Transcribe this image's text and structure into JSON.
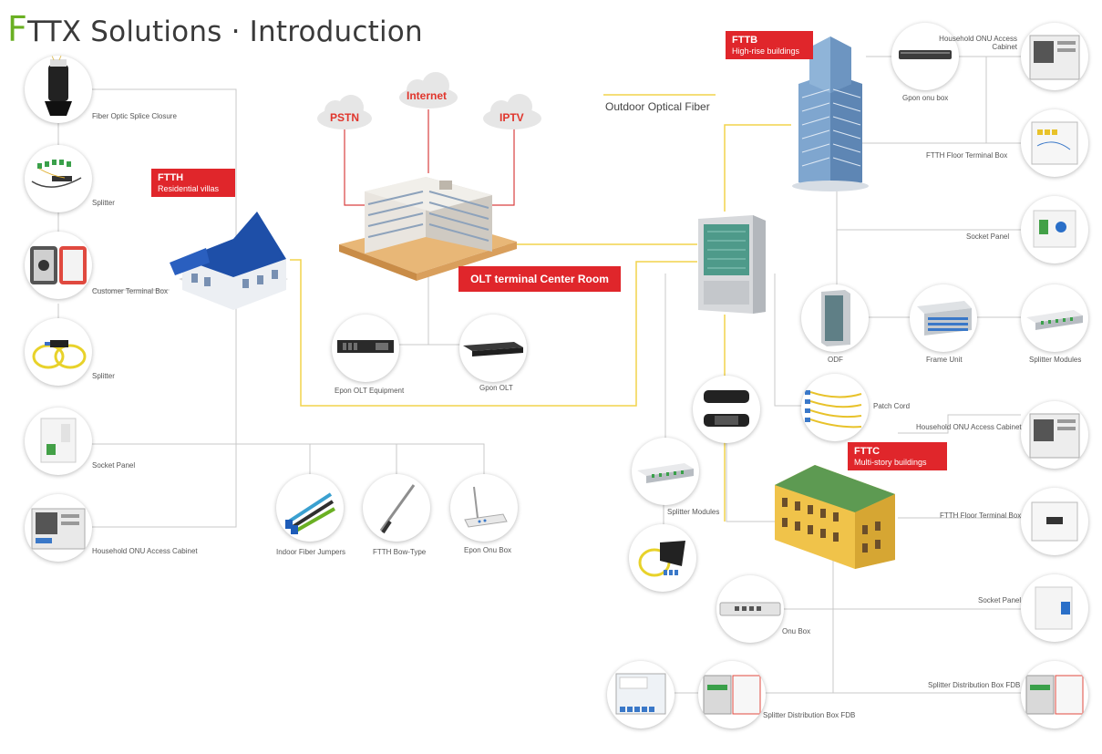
{
  "title": {
    "first_letter": "F",
    "rest": "TTX Solutions · Introduction"
  },
  "colors": {
    "accent_green": "#6ab023",
    "red_tag": "#e0262b",
    "fiber_yellow": "#f2d44c",
    "wire_grey": "#c9c9c9",
    "cloud_red": "#e0352c"
  },
  "clouds": {
    "pstn": "PSTN",
    "internet": "Internet",
    "iptv": "IPTV"
  },
  "center": {
    "room_label": "OLT terminal Center Room",
    "outdoor_fiber": "Outdoor Optical Fiber"
  },
  "ftth": {
    "tag": "FTTH",
    "subtitle": "Residential villas"
  },
  "fttb": {
    "tag": "FTTB",
    "subtitle": "High-rise buildings"
  },
  "fttc": {
    "tag": "FTTC",
    "subtitle": "Multi-story buildings"
  },
  "left_items": {
    "splice_closure": "Fiber Optic Splice Closure",
    "splitter_1": "Splitter",
    "customer_box": "Customer Terminal Box",
    "splitter_2": "Splitter",
    "socket_panel": "Socket Panel",
    "onu_cabinet": "Household ONU Access Cabinet"
  },
  "bottom_items": {
    "jumpers": "Indoor Fiber Jumpers",
    "bow_type": "FTTH Bow-Type",
    "epon_onu": "Epon Onu Box"
  },
  "olt_items": {
    "epon_olt": "Epon OLT Equipment",
    "gpon_olt": "Gpon OLT"
  },
  "right_top": {
    "gpon_onu": "Gpon onu box",
    "onu_cabinet": "Household ONU Access Cabinet",
    "floor_box": "FTTH Floor Terminal Box",
    "socket_panel": "Socket Panel",
    "odf": "ODF",
    "frame_unit": "Frame Unit",
    "splitter_modules": "Splitter Modules",
    "patch_cord": "Patch Cord"
  },
  "right_bottom": {
    "onu_cabinet": "Household ONU Access Cabinet",
    "floor_box": "FTTH Floor Terminal Box",
    "socket_panel": "Socket Panel",
    "fdb_right": "Splitter Distribution Box FDB",
    "fdb_left": "Splitter Distribution Box FDB",
    "splitter_modules": "Splitter Modules",
    "onu_box": "Onu Box"
  },
  "icons": [
    "splice-closure-icon",
    "plc-splitter-icon",
    "terminal-box-icon",
    "fbt-splitter-icon",
    "socket-panel-icon",
    "onu-cabinet-icon",
    "fiber-jumper-icon",
    "bow-type-cable-icon",
    "epon-onu-router-icon",
    "epon-olt-icon",
    "gpon-olt-icon",
    "gpon-onu-box-icon",
    "floor-terminal-box-icon",
    "odf-rack-icon",
    "frame-unit-icon",
    "splitter-module-icon",
    "patch-cord-icon",
    "joint-closure-icon",
    "onu-box-icon",
    "fdb-box-icon",
    "outdoor-cabinet-icon",
    "villa-icon",
    "skyscraper-icon",
    "olt-building-icon",
    "apartment-building-icon",
    "cloud-icon"
  ]
}
